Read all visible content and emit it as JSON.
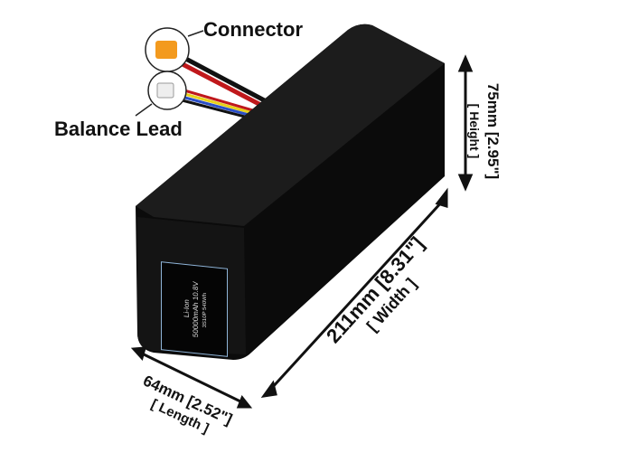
{
  "callouts": {
    "connector": "Connector",
    "balance_lead": "Balance Lead"
  },
  "dimensions": {
    "height": {
      "value": "75mm [2.95\"]",
      "label": "[ Height ]"
    },
    "width": {
      "value": "211mm [8.31\"]",
      "label": "[ Width ]"
    },
    "length": {
      "value": "64mm  [2.52\"]",
      "label": "[ Length ]"
    }
  },
  "battery_label": {
    "chemistry": "Li-Ion",
    "capacity": "50000mAh 10.8V",
    "config": "3S10P 540Wh"
  },
  "colors": {
    "battery": "#0a0a0a",
    "connector": "#f39a1e",
    "label_border": "#8fb4d8"
  }
}
